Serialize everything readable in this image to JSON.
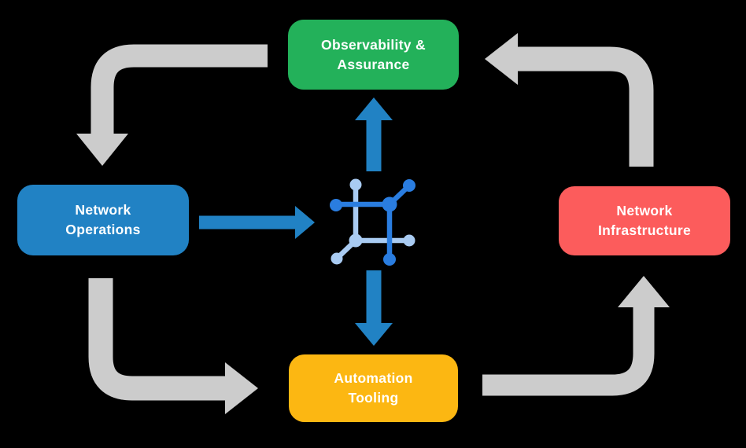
{
  "diagram": {
    "colors": {
      "background": "#000000",
      "flow_arrow": "#CCCCCC",
      "accent_arrow": "#2182C4",
      "icon_primary": "#2A7DE0",
      "icon_secondary": "#A9CBF2",
      "node_text": "#FFFFFF"
    },
    "nodes": [
      {
        "id": "observability-assurance",
        "lines": [
          "Observability &",
          "Assurance"
        ],
        "color": "#23B15A"
      },
      {
        "id": "network-operations",
        "lines": [
          "Network",
          "Operations"
        ],
        "color": "#2182C4"
      },
      {
        "id": "network-infrastructure",
        "lines": [
          "Network",
          "Infrastructure"
        ],
        "color": "#FC5C5C"
      },
      {
        "id": "automation-tooling",
        "lines": [
          "Automation",
          "Tooling"
        ],
        "color": "#FCB712"
      }
    ],
    "center_icon": {
      "name": "network-chip-icon"
    },
    "arrows": {
      "flow_cycle": [
        {
          "from": "observability-assurance",
          "to": "network-operations"
        },
        {
          "from": "network-operations",
          "to": "automation-tooling"
        },
        {
          "from": "automation-tooling",
          "to": "network-infrastructure"
        },
        {
          "from": "network-infrastructure",
          "to": "observability-assurance"
        }
      ],
      "accent": [
        {
          "from": "network-operations",
          "to": "center-icon"
        },
        {
          "from": "center-icon",
          "to": "observability-assurance"
        },
        {
          "from": "center-icon",
          "to": "automation-tooling"
        }
      ]
    }
  }
}
